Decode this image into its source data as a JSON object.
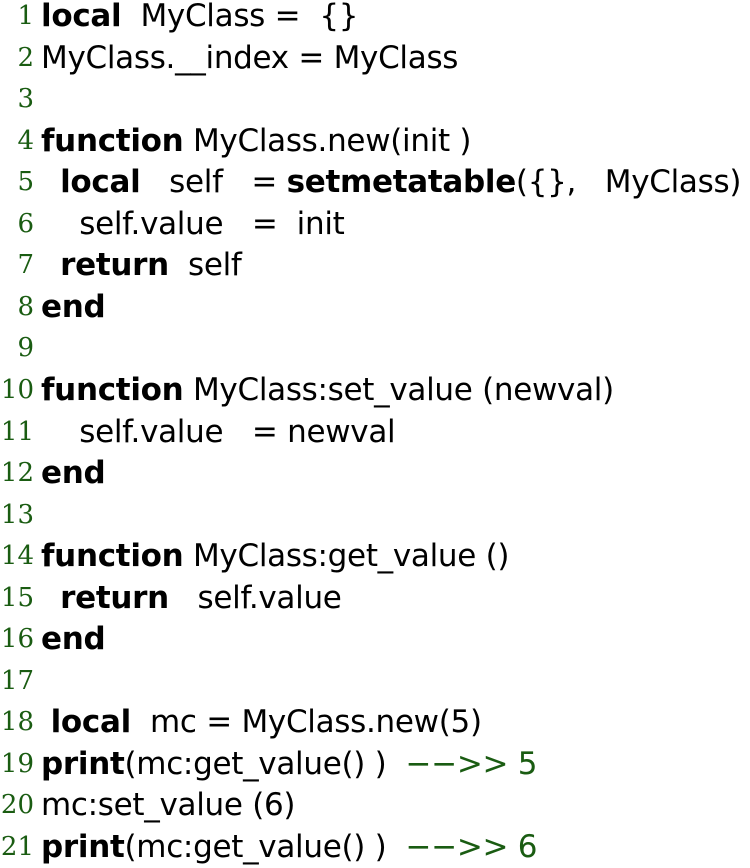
{
  "colors": {
    "text": "#000000",
    "line_number": "#1a5c12",
    "comment": "#1a5c12",
    "background": "#ffffff"
  },
  "code_lines": [
    {
      "num": "1",
      "tokens": [
        {
          "t": "kw",
          "v": "local"
        },
        {
          "t": "tx",
          "v": "  MyClass =  {}"
        }
      ]
    },
    {
      "num": "2",
      "tokens": [
        {
          "t": "tx",
          "v": "MyClass.__index = MyClass"
        }
      ]
    },
    {
      "num": "3",
      "tokens": []
    },
    {
      "num": "4",
      "tokens": [
        {
          "t": "kw",
          "v": "function"
        },
        {
          "t": "tx",
          "v": " MyClass.new(init )"
        }
      ]
    },
    {
      "num": "5",
      "tokens": [
        {
          "t": "tx",
          "v": "  "
        },
        {
          "t": "kw",
          "v": "local"
        },
        {
          "t": "tx",
          "v": "   self   = "
        },
        {
          "t": "kw",
          "v": "setmetatable"
        },
        {
          "t": "tx",
          "v": "({},   MyClass)"
        }
      ]
    },
    {
      "num": "6",
      "tokens": [
        {
          "t": "tx",
          "v": "    self.value   =  init"
        }
      ]
    },
    {
      "num": "7",
      "tokens": [
        {
          "t": "tx",
          "v": "  "
        },
        {
          "t": "kw",
          "v": "return"
        },
        {
          "t": "tx",
          "v": "  self"
        }
      ]
    },
    {
      "num": "8",
      "tokens": [
        {
          "t": "kw",
          "v": "end"
        }
      ]
    },
    {
      "num": "9",
      "tokens": []
    },
    {
      "num": "10",
      "tokens": [
        {
          "t": "kw",
          "v": "function"
        },
        {
          "t": "tx",
          "v": " MyClass:set_value (newval)"
        }
      ]
    },
    {
      "num": "11",
      "tokens": [
        {
          "t": "tx",
          "v": "    self.value   = newval"
        }
      ]
    },
    {
      "num": "12",
      "tokens": [
        {
          "t": "kw",
          "v": "end"
        }
      ]
    },
    {
      "num": "13",
      "tokens": []
    },
    {
      "num": "14",
      "tokens": [
        {
          "t": "kw",
          "v": "function"
        },
        {
          "t": "tx",
          "v": " MyClass:get_value ()"
        }
      ]
    },
    {
      "num": "15",
      "tokens": [
        {
          "t": "tx",
          "v": "  "
        },
        {
          "t": "kw",
          "v": "return"
        },
        {
          "t": "tx",
          "v": "   self.value"
        }
      ]
    },
    {
      "num": "16",
      "tokens": [
        {
          "t": "kw",
          "v": "end"
        }
      ]
    },
    {
      "num": "17",
      "tokens": []
    },
    {
      "num": "18",
      "tokens": [
        {
          "t": "tx",
          "v": " "
        },
        {
          "t": "kw",
          "v": "local"
        },
        {
          "t": "tx",
          "v": "  mc = MyClass.new(5)"
        }
      ]
    },
    {
      "num": "19",
      "tokens": [
        {
          "t": "kw",
          "v": "print"
        },
        {
          "t": "tx",
          "v": "(mc:get_value() )  "
        },
        {
          "t": "cm",
          "v": "−−>> 5"
        }
      ]
    },
    {
      "num": "20",
      "tokens": [
        {
          "t": "tx",
          "v": "mc:set_value (6)"
        }
      ]
    },
    {
      "num": "21",
      "tokens": [
        {
          "t": "kw",
          "v": "print"
        },
        {
          "t": "tx",
          "v": "(mc:get_value() )  "
        },
        {
          "t": "cm",
          "v": "−−>> 6"
        }
      ]
    }
  ]
}
